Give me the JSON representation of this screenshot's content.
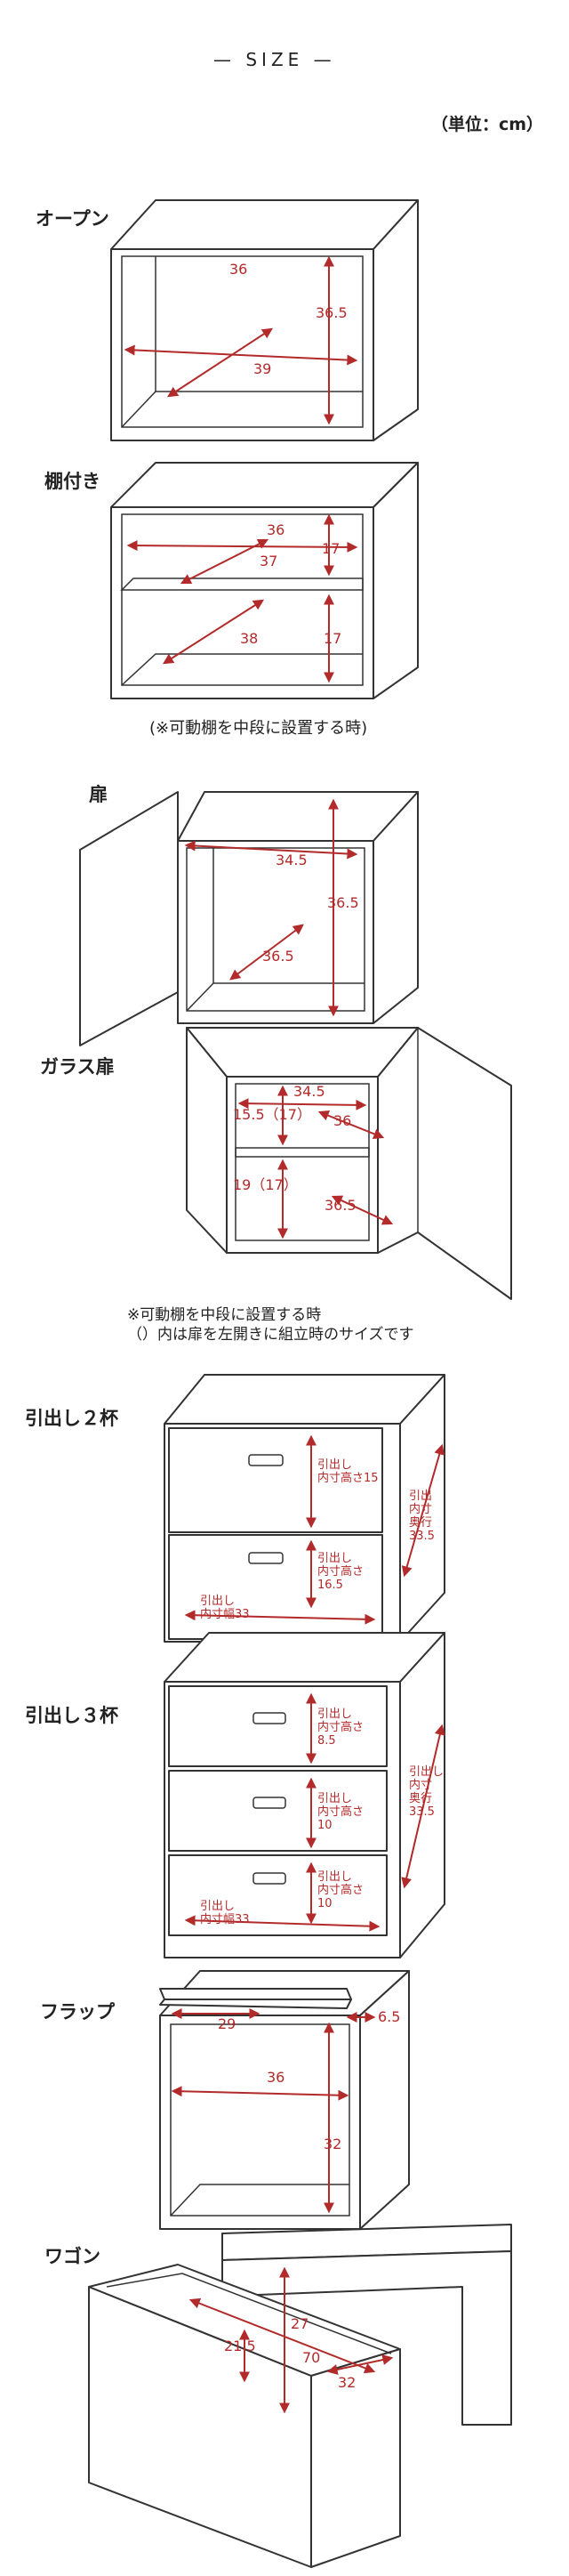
{
  "header": {
    "title": "— SIZE —",
    "unit": "（単位：cm）"
  },
  "colors": {
    "dimension": "#b22a2a",
    "outline": "#333333"
  },
  "sections": {
    "open": {
      "label": "オープン",
      "width": "36",
      "height": "36.5",
      "depth": "39"
    },
    "shelf": {
      "label": "棚付き",
      "width": "36",
      "upper_h": "17",
      "upper_d": "37",
      "lower_d": "38",
      "lower_h": "17",
      "note": "(※可動棚を中段に設置する時)"
    },
    "door": {
      "label": "扉",
      "width": "34.5",
      "height": "36.5",
      "depth": "36.5"
    },
    "glass": {
      "label": "ガラス扉",
      "width": "34.5",
      "upper_h": "15.5（17）",
      "upper_d": "36",
      "lower_h": "19（17）",
      "lower_d": "36.5",
      "note1": "※可動棚を中段に設置する時",
      "note2": "（）内は扉を左開きに組立時のサイズです"
    },
    "drawer2": {
      "label": "引出し２杯",
      "inner_h_a": "引出し",
      "inner_h_b": "内寸高さ15",
      "depth_a": "引出",
      "depth_b": "内寸",
      "depth_c": "奥行",
      "depth_d": "33.5",
      "inner_h2_a": "引出し",
      "inner_h2_b": "内寸高さ",
      "inner_h2_c": "16.5",
      "width_a": "引出し",
      "width_b": "内寸幅33"
    },
    "drawer3": {
      "label": "引出し３杯",
      "h1_a": "引出し",
      "h1_b": "内寸高さ",
      "h1_c": "8.5",
      "depth_a": "引出し",
      "depth_b": "内寸",
      "depth_c": "奥行",
      "depth_d": "33.5",
      "h2_a": "引出し",
      "h2_b": "内寸高さ",
      "h2_c": "10",
      "h3_a": "引出し",
      "h3_b": "内寸高さ",
      "h3_c": "10",
      "width_a": "引出し",
      "width_b": "内寸幅33"
    },
    "flap": {
      "label": "フラップ",
      "flap_w": "29",
      "flap_d": "6.5",
      "width": "36",
      "height": "32"
    },
    "wagon": {
      "label": "ワゴン",
      "h1": "27",
      "h2": "21.5",
      "width": "70",
      "depth": "32"
    }
  }
}
